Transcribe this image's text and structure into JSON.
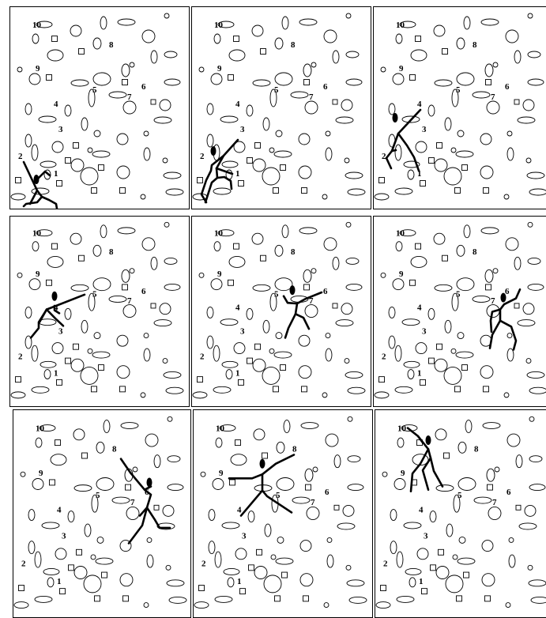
{
  "labels": [
    "10",
    "8",
    "9",
    "5",
    "6",
    "7",
    "4",
    "3",
    "2",
    "1"
  ],
  "panel_count": 9
}
